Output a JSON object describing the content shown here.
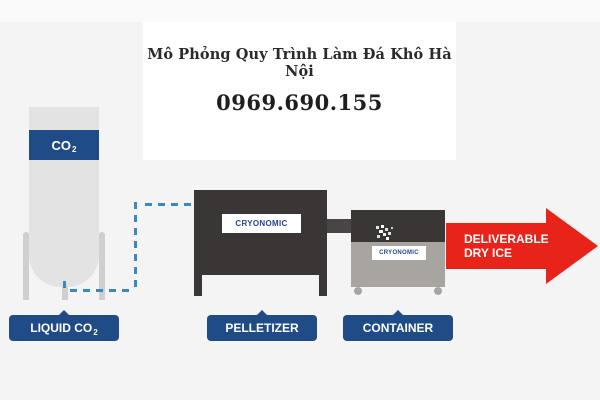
{
  "overlay": {
    "title": "Mô Phỏng Quy Trình Làm Đá Khô Hà Nội",
    "phone": "0969.690.155"
  },
  "tank": {
    "label_main": "CO",
    "label_sub": "2"
  },
  "pelletizer": {
    "brand": "CRYONOMIC"
  },
  "container": {
    "brand": "CRYONOMIC"
  },
  "arrow": {
    "line1": "DELIVERABLE",
    "line2": "DRY ICE",
    "color": "#e8231a"
  },
  "labels": {
    "liquid_main": "LIQUID CO",
    "liquid_sub": "2",
    "pelletizer": "PELLETIZER",
    "container": "CONTAINER"
  },
  "colors": {
    "label_bg": "#1f4b87",
    "pipe": "#3b87bf",
    "machine_dark": "#3b3636",
    "container_gray": "#a8a5a1",
    "tank": "#e3e3e3"
  }
}
